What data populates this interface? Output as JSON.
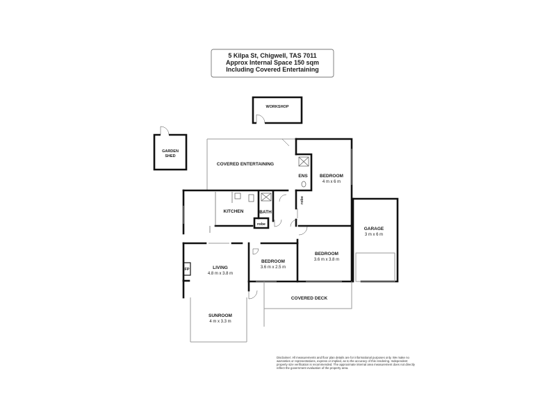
{
  "header": {
    "line1": "5 Kilpa St, Chigwell, TAS 7011",
    "line2": "Approx Internal Space 150 sqm",
    "line3": "Including Covered Entertaining"
  },
  "rooms": {
    "workshop": "WORKSHOP",
    "garden_shed_line1": "GARDEN",
    "garden_shed_line2": "SHED",
    "covered_entertaining": "COVERED ENTERTAINING",
    "ens": "ENS",
    "bedroom_main": "BEDROOM",
    "bedroom_main_dims": "4 m x 6 m",
    "robe_main": "robe",
    "kitchen": "KITCHEN",
    "bath": "BATH",
    "robe_small": "robe",
    "garage": "GARAGE",
    "garage_dims": "3 m x 6 m",
    "bedroom_2": "BEDROOM",
    "bedroom_2_dims": "3.6 m x 3.8 m",
    "bedroom_3": "BEDROOM",
    "bedroom_3_dims": "3.6 m x 2.5 m",
    "fp": "FP",
    "living": "LIVING",
    "living_dims": "4.8 m x 3.8 m",
    "covered_deck": "COVERED DECK",
    "sunroom": "SUNROOM",
    "sunroom_dims": "4 m x 3.3 m"
  },
  "disclaimer": "Disclaimer: All measurements and floor plan details are for informational purposes only. We make no warranties or representations, express or implied, as to the accuracy of this rendering. Independent property size verification is recommended. The approximate internal area measurement does not directly reflect the government evaluation of the property area."
}
